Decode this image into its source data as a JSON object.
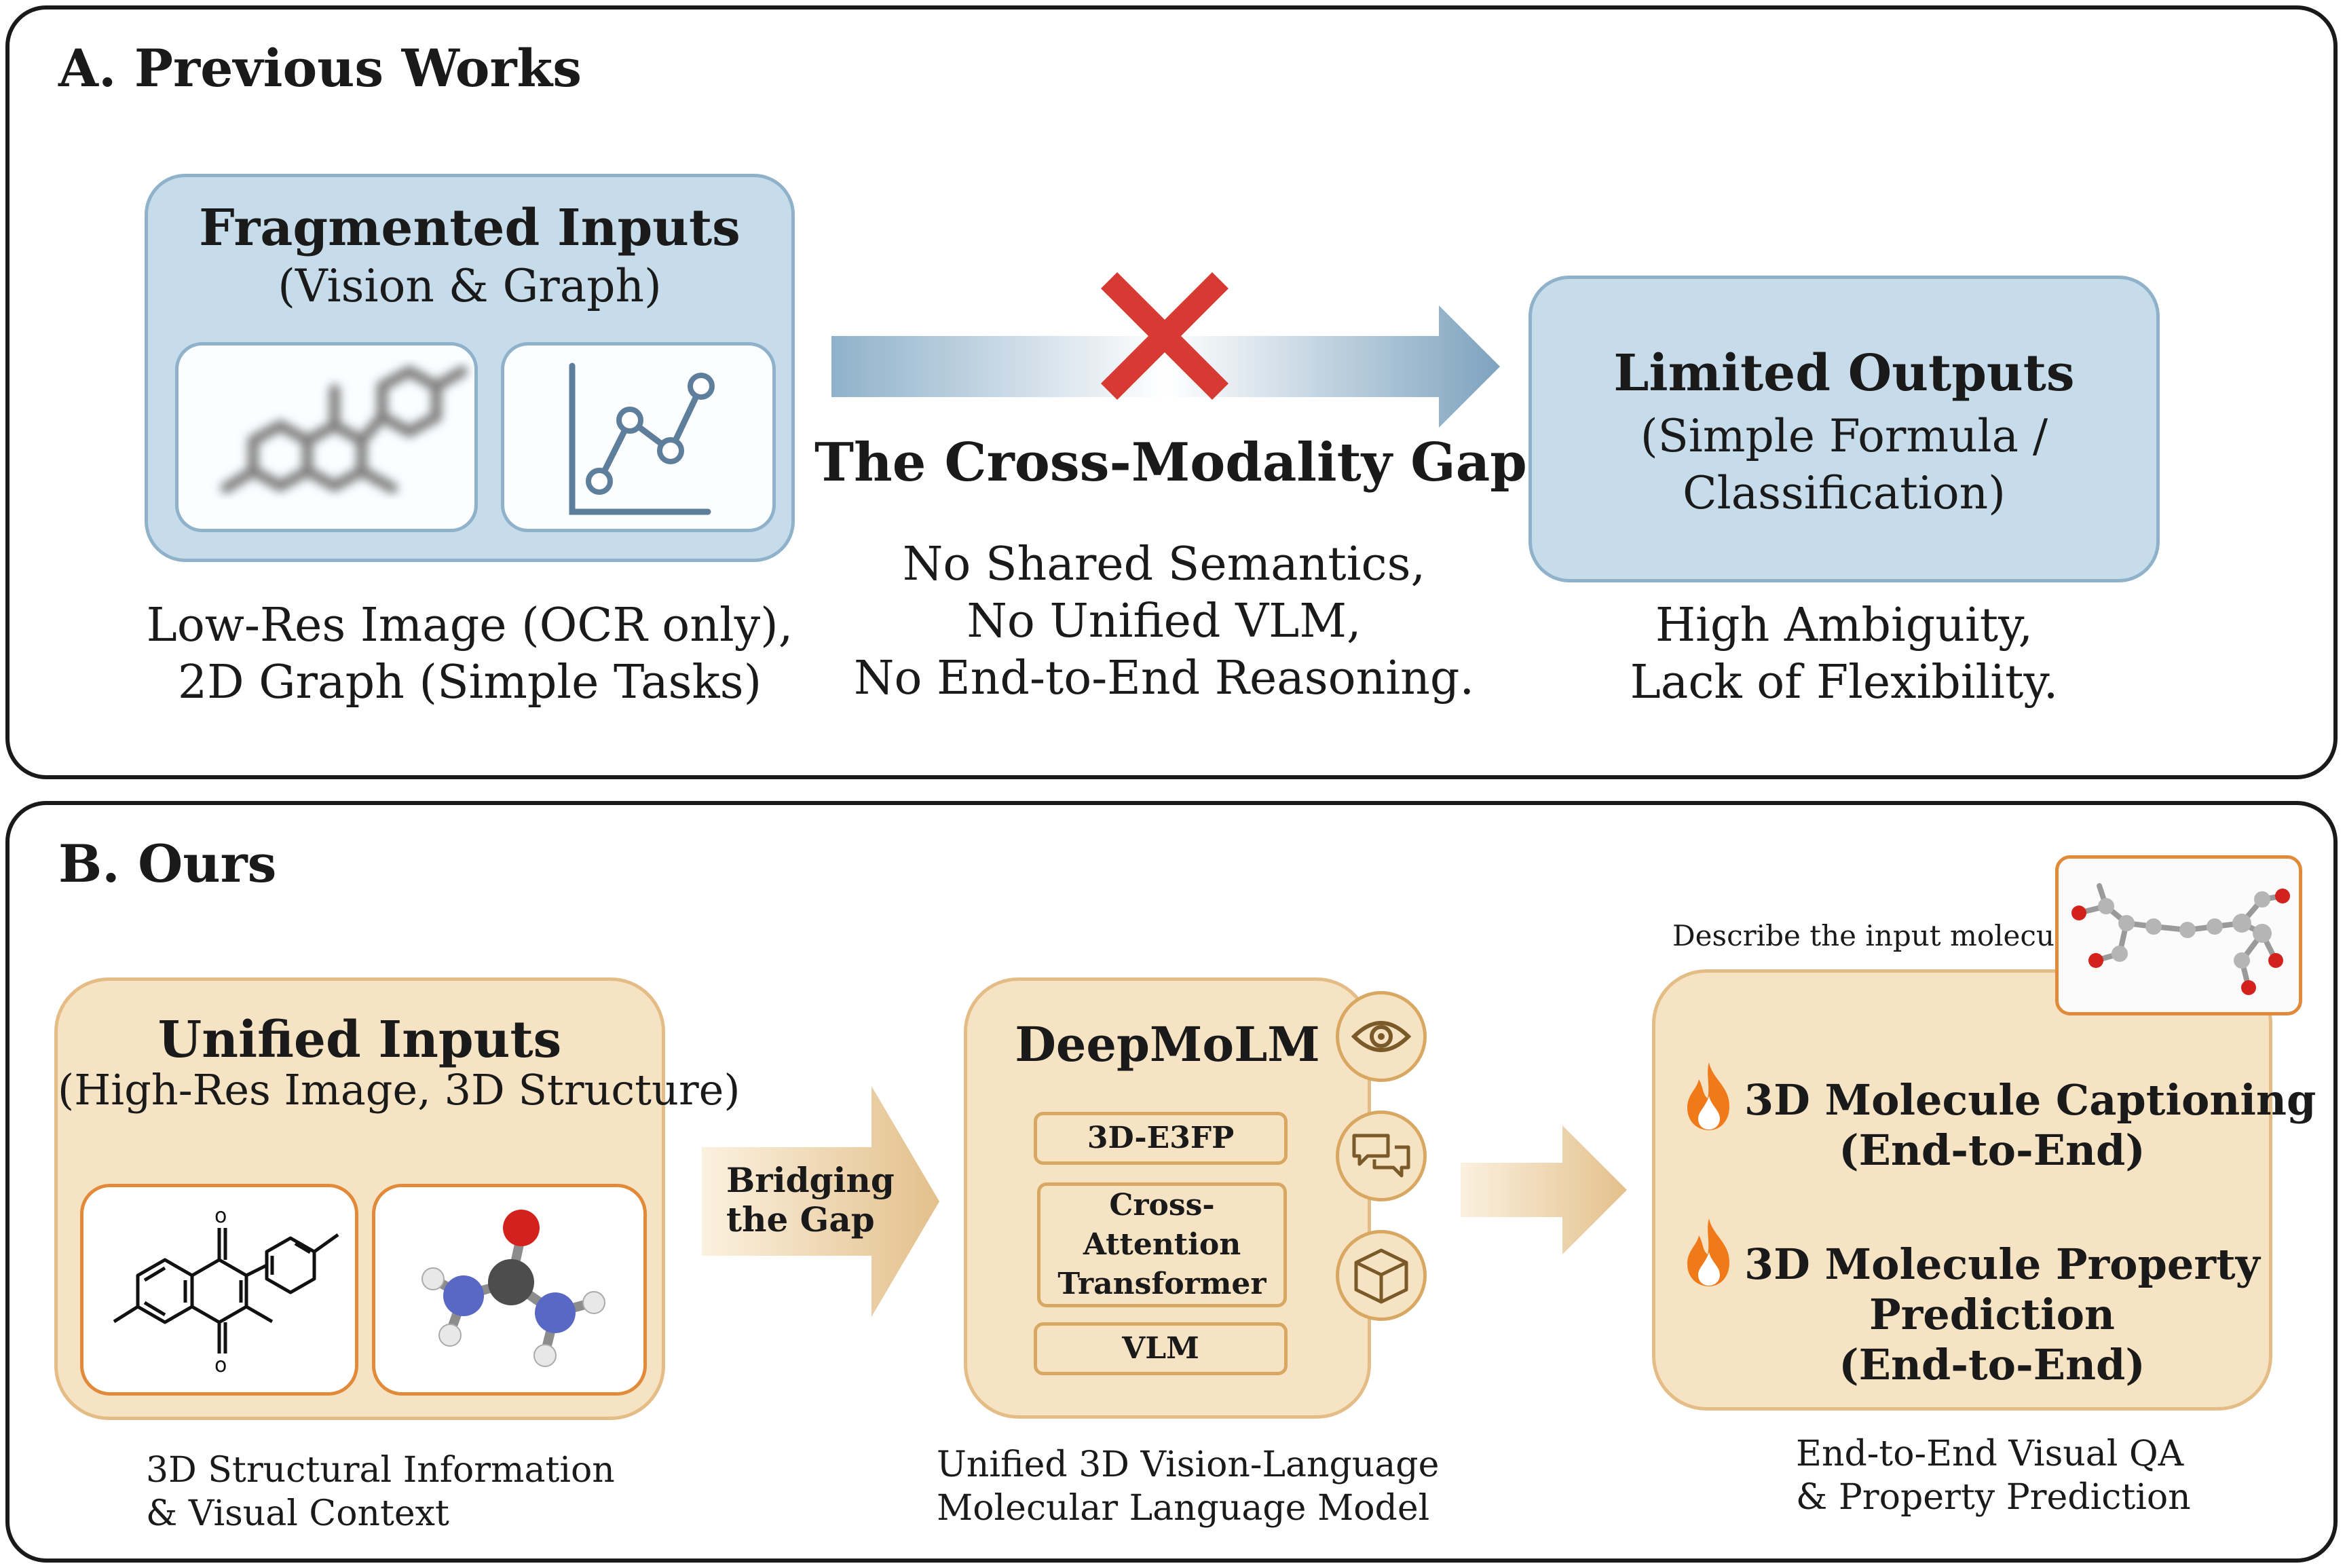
{
  "panel_a": {
    "title": "A. Previous Works",
    "inputs": {
      "heading": "Fragmented Inputs",
      "sub": "(Vision & Graph)",
      "caption_lines": [
        "Low-Res Image (OCR only),",
        "2D Graph (Simple Tasks)"
      ]
    },
    "gap": {
      "title": "The Cross-Modality Gap",
      "lines": [
        "No Shared Semantics,",
        "No Unified VLM,",
        "No End-to-End Reasoning."
      ]
    },
    "outputs": {
      "heading": "Limited Outputs",
      "sub_lines": [
        "(Simple Formula /",
        "Classification)"
      ],
      "caption_lines": [
        "High Ambiguity,",
        "Lack of Flexibility."
      ]
    }
  },
  "panel_b": {
    "title": "B. Ours",
    "inputs": {
      "heading": "Unified Inputs",
      "sub": "(High-Res Image, 3D Structure)",
      "caption_lines": [
        "3D Structural Information",
        "& Visual Context"
      ]
    },
    "bridge_lines": [
      "Bridging",
      "the Gap"
    ],
    "model": {
      "name": "DeepMoLM",
      "modules": [
        "3D-E3FP",
        "Cross-\nAttention\nTransformer",
        "VLM"
      ],
      "caption_lines": [
        "Unified 3D Vision-Language",
        "Molecular Language Model"
      ]
    },
    "prompt": "Describe the input molecule.",
    "outputs": {
      "task1_lines": [
        "3D Molecule Captioning",
        "(End-to-End)"
      ],
      "task2_lines": [
        "3D Molecule Property",
        "Prediction",
        "(End-to-End)"
      ],
      "caption_lines": [
        "End-to-End Visual QA",
        "& Property Prediction"
      ]
    }
  },
  "colors": {
    "blue_fill": "#c7dcea",
    "tan_fill": "#f5e3c3",
    "accent_orange": "#e08a3a",
    "cross_red": "#d63a32"
  },
  "icons": [
    "eye-icon",
    "chat-icon",
    "cube-icon",
    "fire-icon"
  ]
}
